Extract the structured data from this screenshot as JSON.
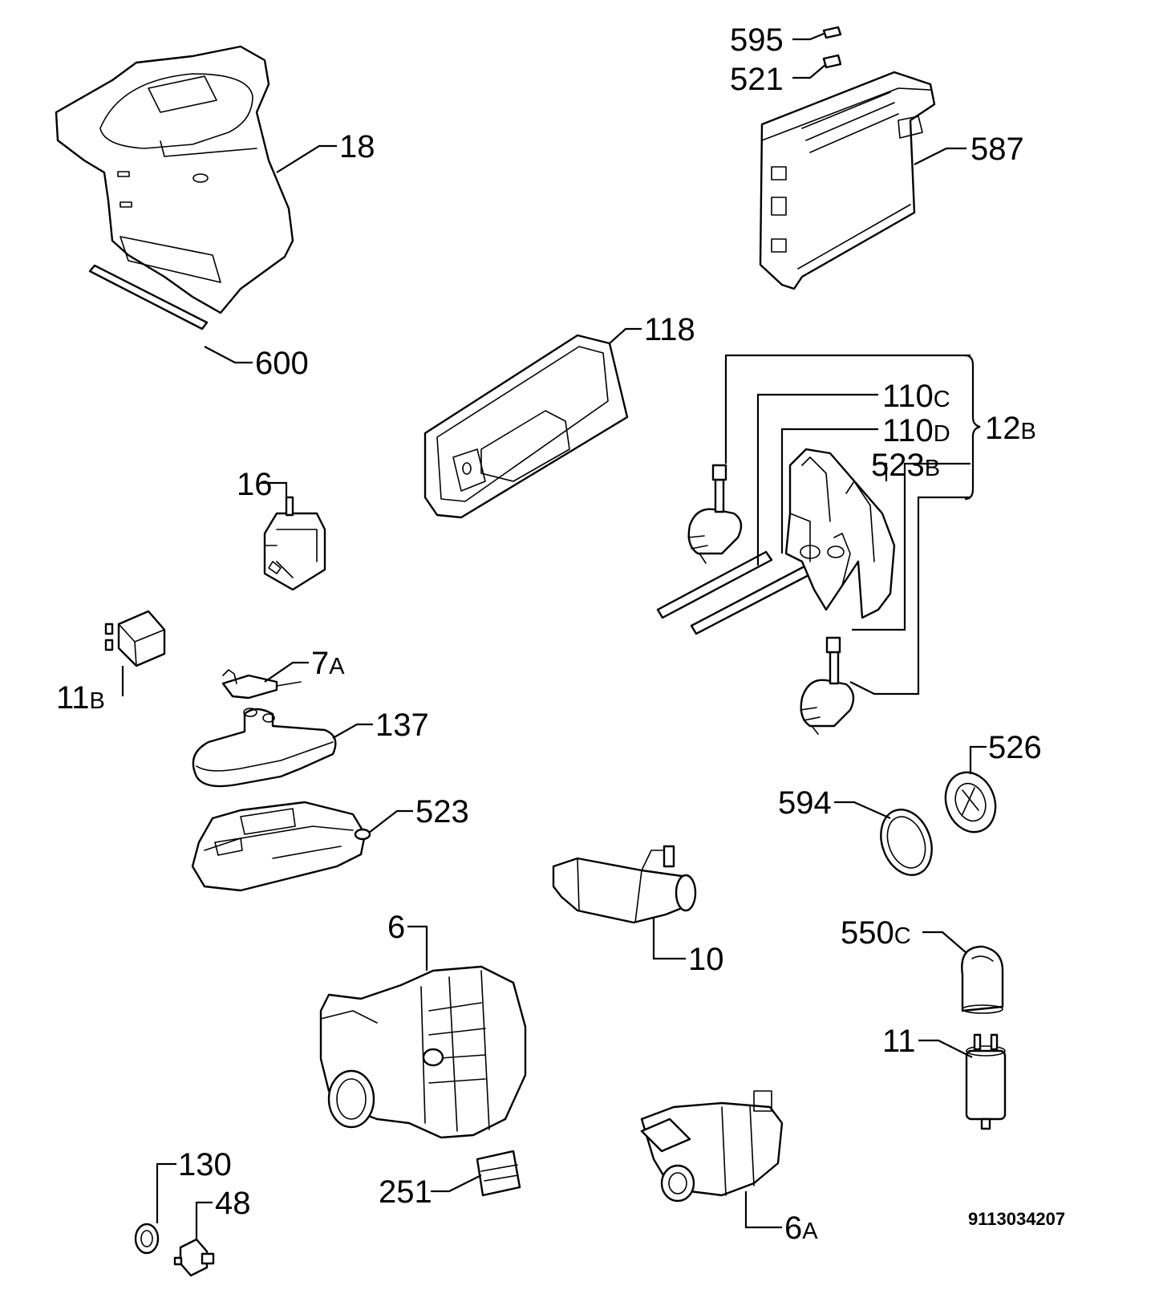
{
  "callouts": {
    "p595": "595",
    "p521": "521",
    "p587": "587",
    "p18": "18",
    "p600": "600",
    "p118": "118",
    "p110": "110",
    "p110c_suffix": "C",
    "p110d_suffix": "D",
    "p523": "523",
    "p523b_suffix": "B",
    "p12": "12",
    "p12b_suffix": "B",
    "p16": "16",
    "p11": "11",
    "p11b_suffix": "B",
    "p7": "7",
    "p7a_suffix": "A",
    "p137": "137",
    "p526": "526",
    "p594": "594",
    "p10": "10",
    "p6": "6",
    "p550": "550",
    "p550c_suffix": "C",
    "p130": "130",
    "p48": "48",
    "p251": "251",
    "p6a_suffix": "A"
  },
  "document_number": "9113034207"
}
